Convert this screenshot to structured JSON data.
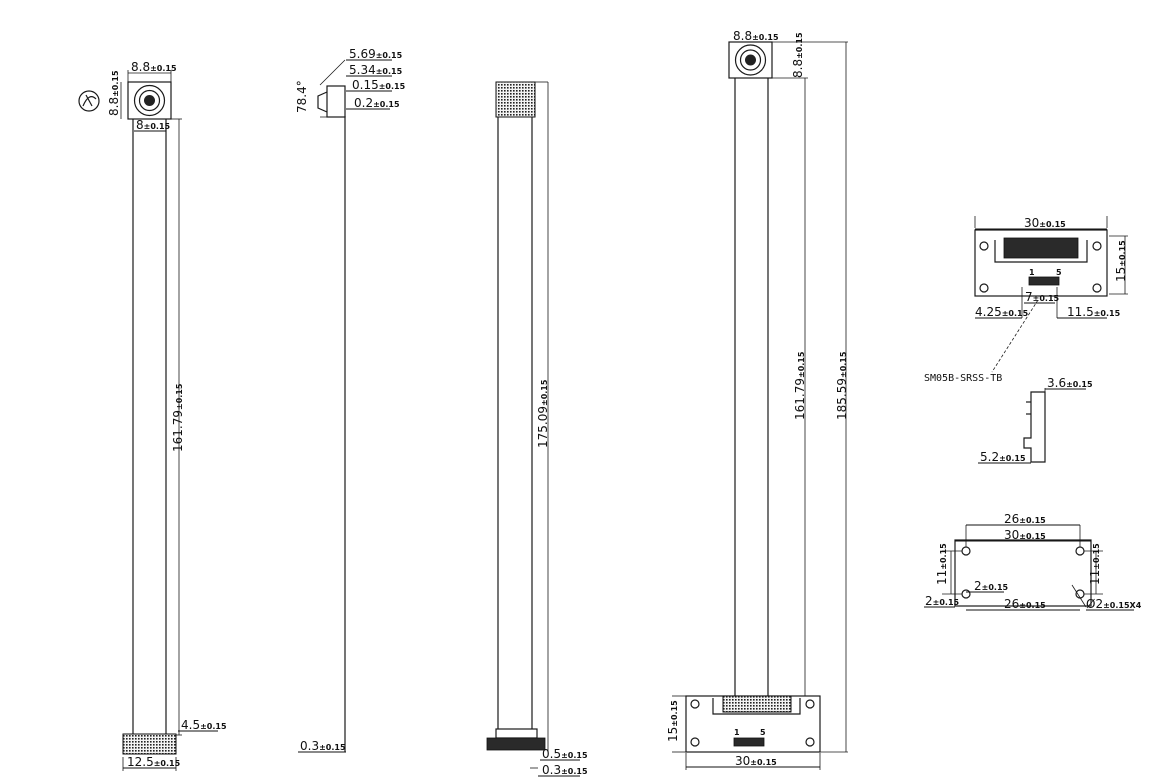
{
  "view1": {
    "top_width": "8.8",
    "top_width_tol": "±0.15",
    "side_height": "8.8",
    "side_height_tol": "±0.15",
    "inner_width": "8",
    "inner_width_tol": "±0.15",
    "length": "161.79",
    "length_tol": "±0.15",
    "tail_height": "4.5",
    "tail_height_tol": "±0.15",
    "tail_width": "12.5",
    "tail_width_tol": "±0.15"
  },
  "view2": {
    "dim_a": "5.69",
    "dim_a_tol": "±0.15",
    "dim_b": "5.34",
    "dim_b_tol": "±0.15",
    "dim_c": "0.15",
    "dim_c_tol": "±0.15",
    "dim_d": "0.2",
    "dim_d_tol": "±0.15",
    "angle": "78.4°",
    "thickness": "0.3",
    "thickness_tol": "±0.15"
  },
  "view3": {
    "length": "175.09",
    "length_tol": "±0.15",
    "dim_a": "0.5",
    "dim_a_tol": "±0.15",
    "dim_b": "0.3",
    "dim_b_tol": "±0.15"
  },
  "view4": {
    "top_width": "8.8",
    "top_width_tol": "±0.15",
    "side_height": "8.8",
    "side_height_tol": "±0.15",
    "inner_length": "161.79",
    "inner_length_tol": "±0.15",
    "total_length": "185.59",
    "total_length_tol": "±0.15",
    "board_height": "15",
    "board_height_tol": "±0.15",
    "board_width": "30",
    "board_width_tol": "±0.15",
    "pin_1": "1",
    "pin_5": "5"
  },
  "detail_board": {
    "width": "30",
    "width_tol": "±0.15",
    "height": "15",
    "height_tol": "±0.15",
    "conn_width": "7",
    "conn_width_tol": "±0.15",
    "left_offset": "4.25",
    "left_offset_tol": "±0.15",
    "right_offset": "11.5",
    "right_offset_tol": "±0.15",
    "pin_1": "1",
    "pin_5": "5",
    "connector_label": "SM05B-SRSS-TB"
  },
  "detail_side": {
    "dim_a": "3.6",
    "dim_a_tol": "±0.15",
    "dim_b": "5.2",
    "dim_b_tol": "±0.15"
  },
  "detail_holes": {
    "hole_span": "26",
    "hole_span_tol": "±0.15",
    "width": "30",
    "width_tol": "±0.15",
    "left_height": "11",
    "left_height_tol": "±0.15",
    "right_height": "11",
    "right_height_tol": "±0.15",
    "inner_offset": "2",
    "inner_offset_tol": "±0.15",
    "edge_offset": "2",
    "edge_offset_tol": "±0.15",
    "bottom_span": "26",
    "bottom_span_tol": "±0.15",
    "hole_dia": "Ø2",
    "hole_dia_tol": "±0.15X4"
  }
}
